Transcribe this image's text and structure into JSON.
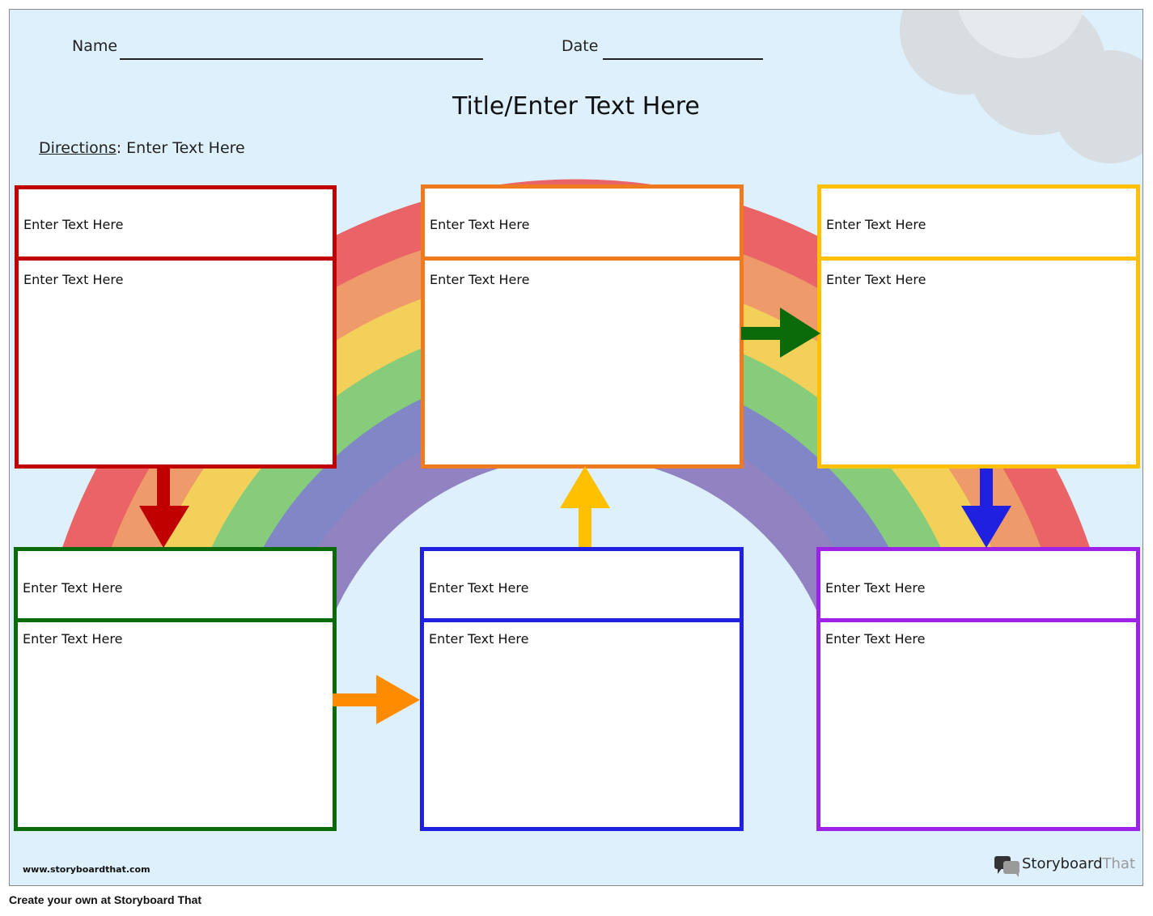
{
  "header": {
    "name_label": "Name",
    "date_label": "Date",
    "title": "Title/Enter Text Here",
    "directions_label": "Directions",
    "directions_text": ": Enter Text Here"
  },
  "boxes": [
    {
      "id": "box-1",
      "color": "#c00000",
      "title": "Enter Text Here",
      "body": "Enter Text Here"
    },
    {
      "id": "box-2",
      "color": "#f07a1f",
      "title": "Enter Text Here",
      "body": "Enter Text Here"
    },
    {
      "id": "box-3",
      "color": "#ffc000",
      "title": "Enter Text Here",
      "body": "Enter Text Here"
    },
    {
      "id": "box-4",
      "color": "#0b6b0b",
      "title": "Enter Text Here",
      "body": "Enter Text Here"
    },
    {
      "id": "box-5",
      "color": "#2020e0",
      "title": "Enter Text Here",
      "body": "Enter Text Here"
    },
    {
      "id": "box-6",
      "color": "#9b22e6",
      "title": "Enter Text Here",
      "body": "Enter Text Here"
    }
  ],
  "arrows": [
    {
      "from": "box-1",
      "to": "box-4",
      "direction": "down",
      "color": "#c00000"
    },
    {
      "from": "box-4",
      "to": "box-5",
      "direction": "right",
      "color": "#ff8c00"
    },
    {
      "from": "box-5",
      "to": "box-2",
      "direction": "up",
      "color": "#ffc000"
    },
    {
      "from": "box-2",
      "to": "box-3",
      "direction": "right",
      "color": "#0b6b0b"
    },
    {
      "from": "box-3",
      "to": "box-6",
      "direction": "down",
      "color": "#2020e0"
    }
  ],
  "rainbow_colors": [
    "#ea6366",
    "#ef9a6a",
    "#f2d05a",
    "#86cc7b",
    "#8187c6",
    "#9183c1"
  ],
  "footer": {
    "site": "www.storyboardthat.com",
    "brand_main": "Storyboard",
    "brand_light": "That",
    "create_text": "Create your own at Storyboard That"
  }
}
